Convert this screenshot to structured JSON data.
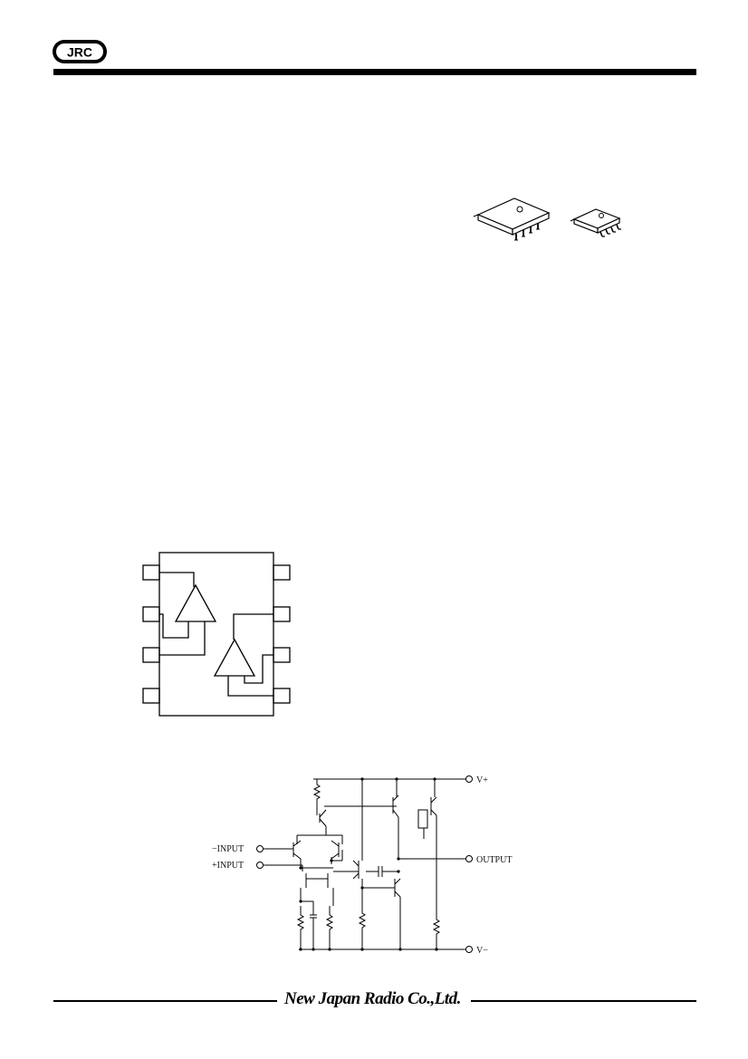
{
  "header": {
    "logo_text": "JRC"
  },
  "equivalent_circuit": {
    "labels": {
      "v_plus": "V+",
      "minus_input": "−INPUT",
      "plus_input": "+INPUT",
      "output": "OUTPUT",
      "v_minus": "V−"
    }
  },
  "footer": {
    "company": "New Japan Radio Co.,Ltd."
  }
}
